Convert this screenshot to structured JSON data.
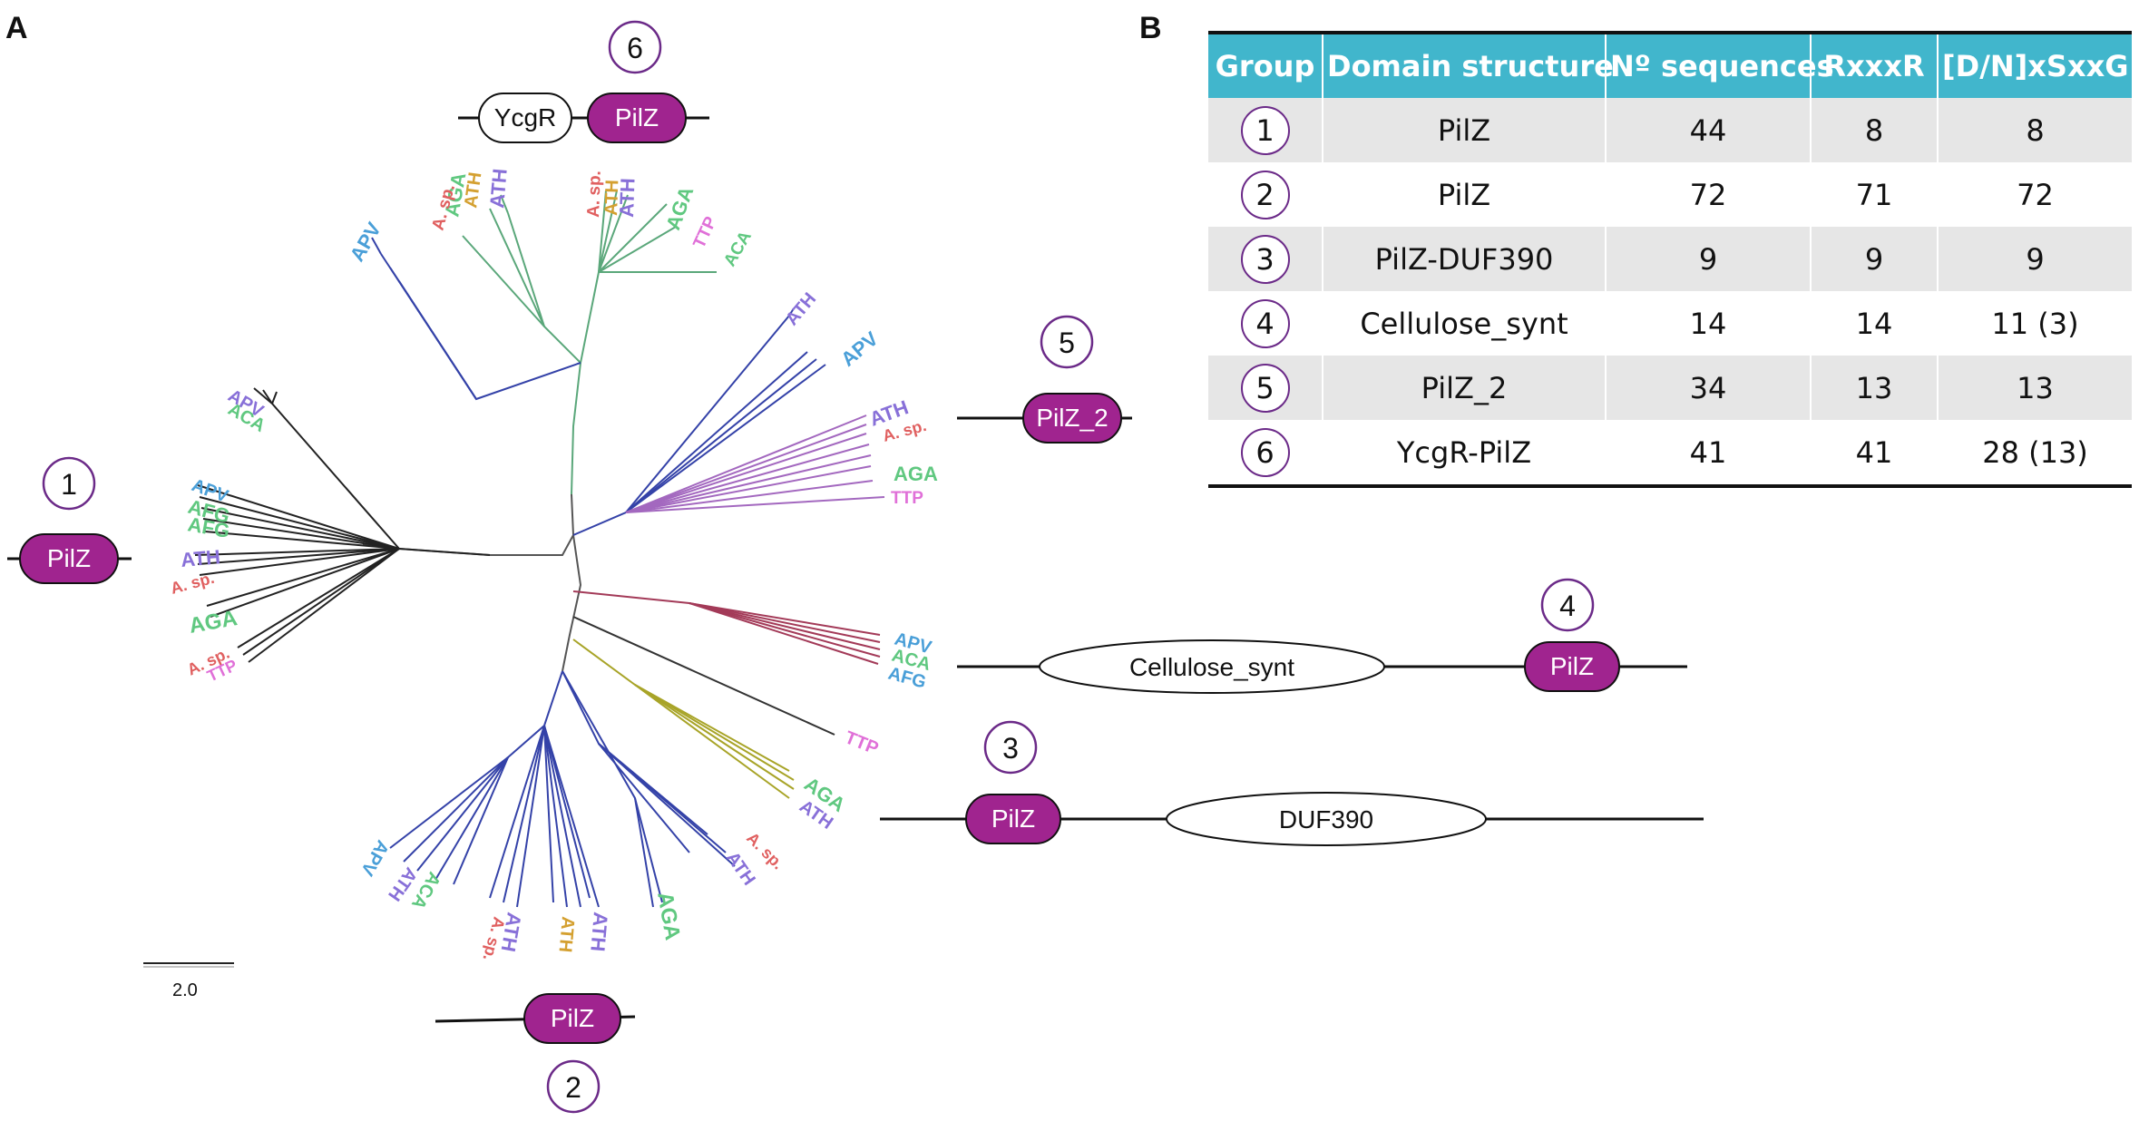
{
  "panel_a_label": "A",
  "panel_b_label": "B",
  "domain_pilz": "PilZ",
  "domain_pilz2": "PilZ_2",
  "domain_ycgr": "YcgR",
  "domain_cellulose": "Cellulose_synt",
  "domain_duf390": "DUF390",
  "scale_bar_label": "2.0",
  "groups": {
    "g1": "1",
    "g2": "2",
    "g3": "3",
    "g4": "4",
    "g5": "5",
    "g6": "6"
  },
  "tip_labels": {
    "asp": "A. sp.",
    "ttp": "TTP",
    "aca": "ACA",
    "aga": "AGA",
    "ath": "ATH",
    "apv": "APV",
    "afg": "AFG"
  },
  "colors": {
    "pilz_domain": "#a0248f",
    "table_header": "#41b6cc",
    "circle_border": "#6b2a88",
    "clade_green": "#5aa77a",
    "clade_blue": "#3442a8",
    "clade_purple": "#a368bf",
    "clade_red": "#a33a58",
    "clade_olive": "#a8a428",
    "clade_black": "#222222"
  },
  "table": {
    "headers": [
      "Group",
      "Domain structure",
      "Nº sequences",
      "RxxxR",
      "[D/N]xSxxG"
    ],
    "rows": [
      {
        "group": "1",
        "domain": "PilZ",
        "sequences": "44",
        "rxxxr": "8",
        "dnxsxxg": "8"
      },
      {
        "group": "2",
        "domain": "PilZ",
        "sequences": "72",
        "rxxxr": "71",
        "dnxsxxg": "72"
      },
      {
        "group": "3",
        "domain": "PilZ-DUF390",
        "sequences": "9",
        "rxxxr": "9",
        "dnxsxxg": "9"
      },
      {
        "group": "4",
        "domain": "Cellulose_synt",
        "sequences": "14",
        "rxxxr": "14",
        "dnxsxxg": "11 (3)"
      },
      {
        "group": "5",
        "domain": "PilZ_2",
        "sequences": "34",
        "rxxxr": "13",
        "dnxsxxg": "13"
      },
      {
        "group": "6",
        "domain": "YcgR-PilZ",
        "sequences": "41",
        "rxxxr": "41",
        "dnxsxxg": "28 (13)"
      }
    ]
  }
}
